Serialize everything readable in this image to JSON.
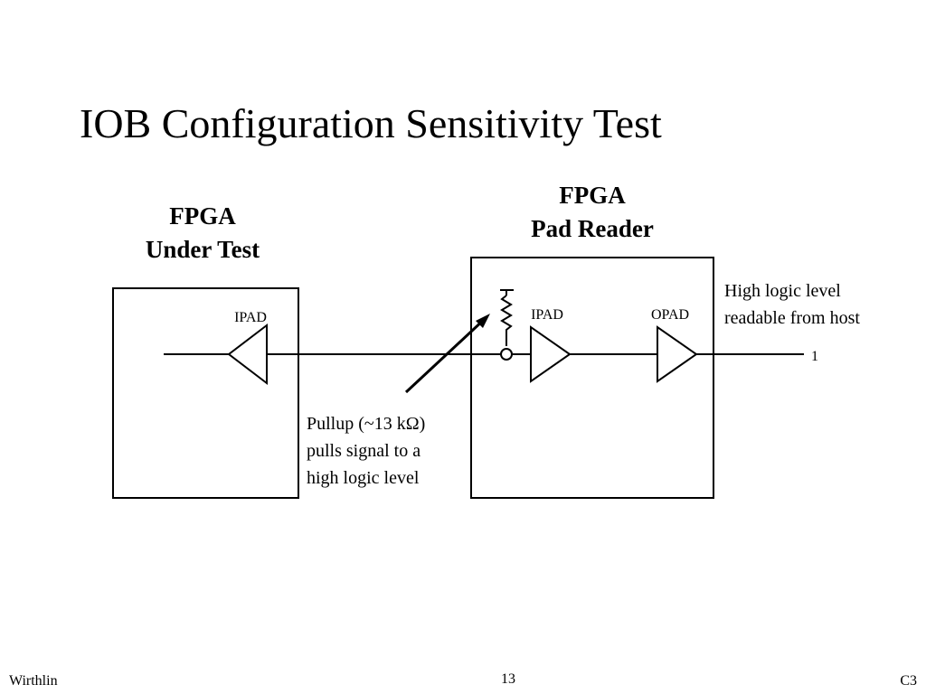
{
  "slide": {
    "title": "IOB Configuration Sensitivity Test",
    "footer": {
      "left": "Wirthlin",
      "page_number": "13",
      "right": "C3"
    }
  },
  "diagram": {
    "under_test": {
      "heading_line1": "FPGA",
      "heading_line2": "Under Test",
      "ipad_label": "IPAD"
    },
    "pad_reader": {
      "heading_line1": "FPGA",
      "heading_line2": "Pad Reader",
      "ipad_label": "IPAD",
      "opad_label": "OPAD"
    },
    "high_logic_note": {
      "line1": "High logic level",
      "line2": "readable from host"
    },
    "output_value": "1",
    "pullup_note": {
      "line1": "Pullup (~13 kΩ)",
      "line2": "pulls signal to a",
      "line3": "high logic level"
    }
  }
}
